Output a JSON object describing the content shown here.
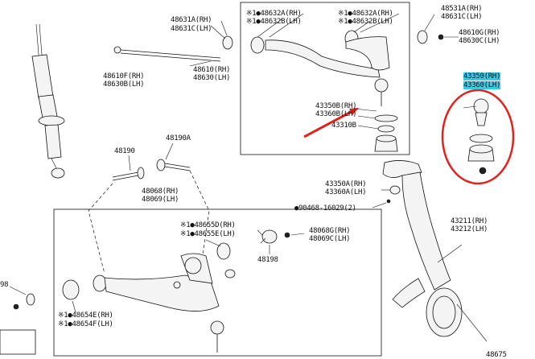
{
  "diagram": {
    "labels": {
      "l_48631a": "48631A(RH)",
      "l_48631c": "48631C(LH)",
      "l_48632a": "※1●48632A(RH)",
      "l_48632b": "※1●48632B(LH)",
      "l_48632a_r": "※1●48632A(RH)",
      "l_48632b_r": "※1●48632B(LH)",
      "l_48631a_r": "48531A(RH)",
      "l_48631c_r": "48631C(LH)",
      "l_48610g": "48610G(RH)",
      "l_48630c": "48630C(LH)",
      "l_48610f": "48610F(RH)",
      "l_48630b": "48630B(LH)",
      "l_48610": "48610(RH)",
      "l_48630": "48630(LH)",
      "l_43350b": "43350B(RH)",
      "l_43360b": "43360B(LH)",
      "l_43310b": "43310B",
      "l_43350": "43350(RH)",
      "l_43360": "43360(LH)",
      "l_48190": "48190",
      "l_48190a": "48190A",
      "l_48068": "48068(RH)",
      "l_48069": "48069(LH)",
      "l_48655d": "※1●48655D(RH)",
      "l_48655e": "※1●48655E(LH)",
      "l_48068g": "48068G(RH)",
      "l_48069c": "48069C(LH)",
      "l_48198": "48198",
      "l_43350a": "43350A(RH)",
      "l_43360a": "43360A(LH)",
      "l_90468": "●90468-16029(2)",
      "l_43211": "43211(RH)",
      "l_43212": "43212(LH)",
      "l_98": "98",
      "l_48654e": "※1●48654E(RH)",
      "l_48654f": "※1●48654F(LH)",
      "l_bottom": "48675"
    },
    "colors": {
      "highlight": "#39c9e8",
      "circle": "#e0231c",
      "arrow": "#e0231c"
    }
  }
}
